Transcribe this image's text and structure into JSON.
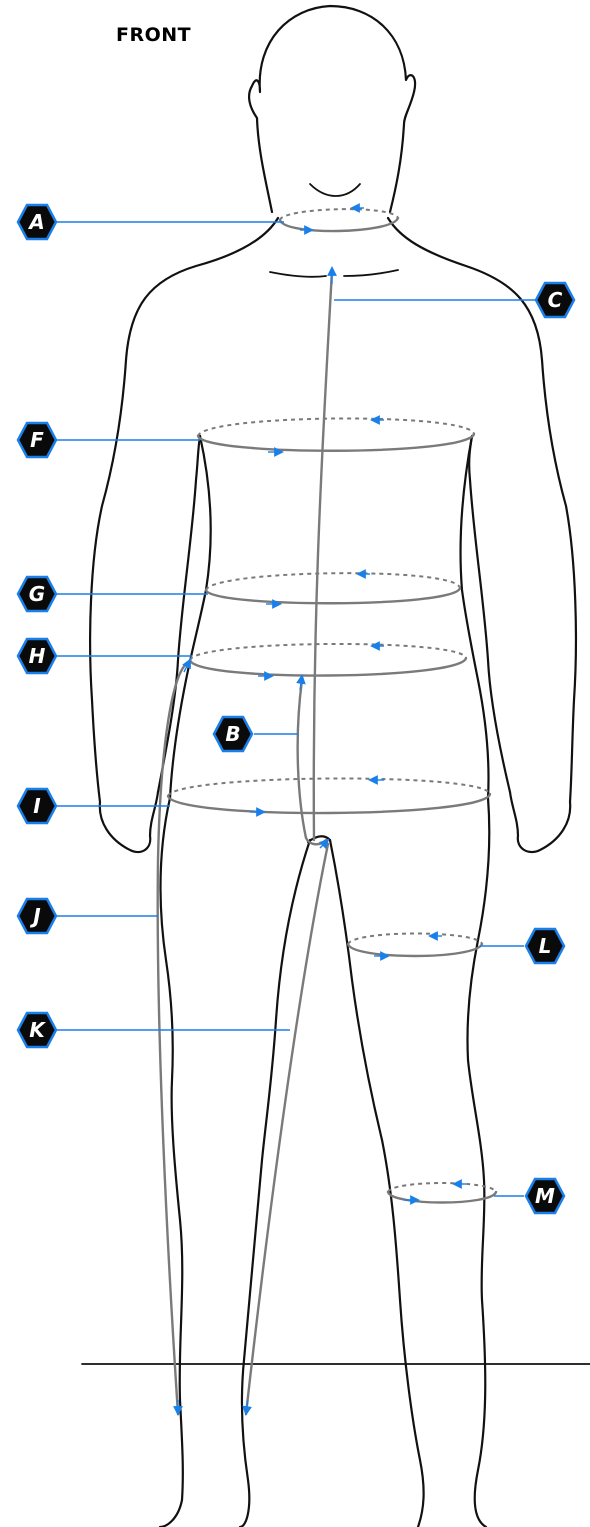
{
  "view": {
    "title": "FRONT"
  },
  "colors": {
    "accent": "#1a7fe8",
    "tape": "#7a7a7a",
    "outline": "#111111",
    "badge": "#0a0a0a"
  },
  "labels": {
    "A": "A",
    "B": "B",
    "C": "C",
    "F": "F",
    "G": "G",
    "H": "H",
    "I": "I",
    "J": "J",
    "K": "K",
    "L": "L",
    "M": "M"
  }
}
